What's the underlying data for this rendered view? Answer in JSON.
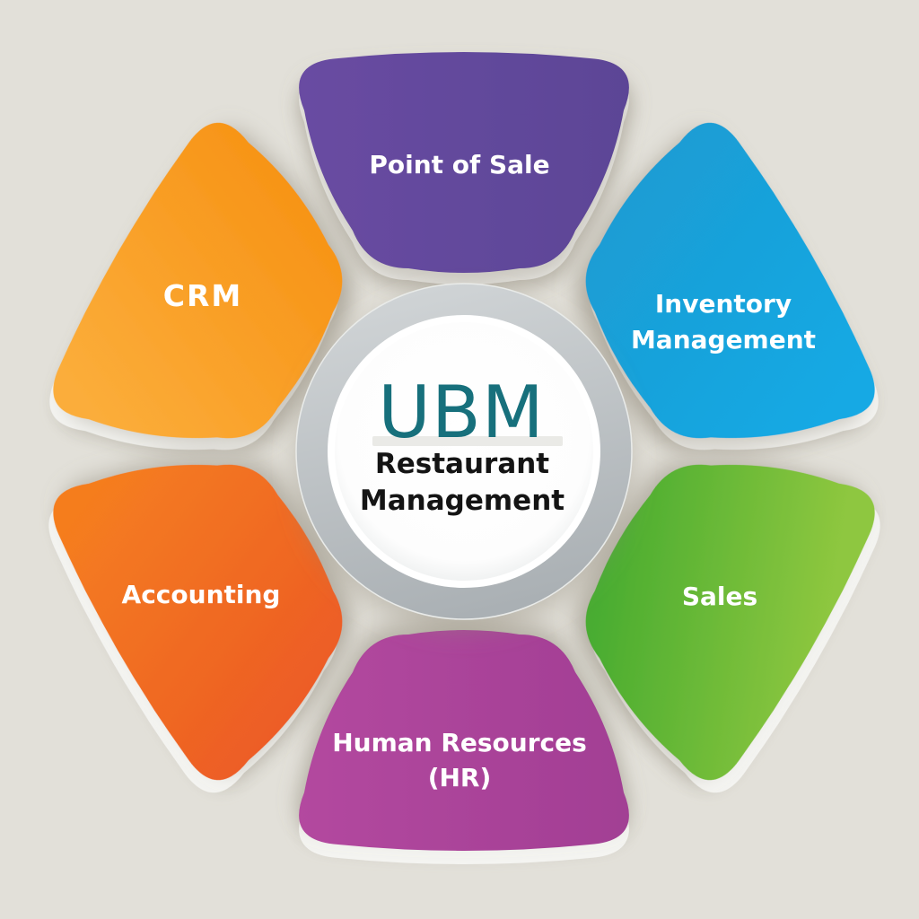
{
  "title": "UBM Restaurant Management modules diagram",
  "background_color": "#e2e0d9",
  "center": {
    "brand": "UBM",
    "brand_color": "#17707c",
    "subtitle_lines": [
      "Restaurant",
      "Management"
    ],
    "subtitle_color": "#141414",
    "ring_gradient": {
      "start": "#d0d4d6",
      "end": "#a9afb3"
    },
    "disc_color": "#ffffff"
  },
  "label_text_color": "#ffffff",
  "segments": [
    {
      "id": "point-of-sale",
      "label_lines": [
        "Point of Sale"
      ],
      "gradient": {
        "start": "#694ca2",
        "end": "#5c4596"
      }
    },
    {
      "id": "inventory-management",
      "label_lines": [
        "Inventory",
        "Management"
      ],
      "gradient": {
        "start": "#1b9cd3",
        "end": "#16a9e4"
      }
    },
    {
      "id": "sales",
      "label_lines": [
        "Sales"
      ],
      "gradient": {
        "start": "#48ac30",
        "end": "#8ec73f"
      }
    },
    {
      "id": "human-resources-hr",
      "label_lines": [
        "Human Resources",
        "(HR)"
      ],
      "gradient": {
        "start": "#b3489f",
        "end": "#a23f94"
      }
    },
    {
      "id": "accounting",
      "label_lines": [
        "Accounting"
      ],
      "gradient": {
        "start": "#f57d1f",
        "end": "#ec5a26"
      }
    },
    {
      "id": "crm",
      "label_lines": [
        "CRM"
      ],
      "gradient": {
        "start": "#fbad3a",
        "end": "#f79214"
      }
    }
  ]
}
